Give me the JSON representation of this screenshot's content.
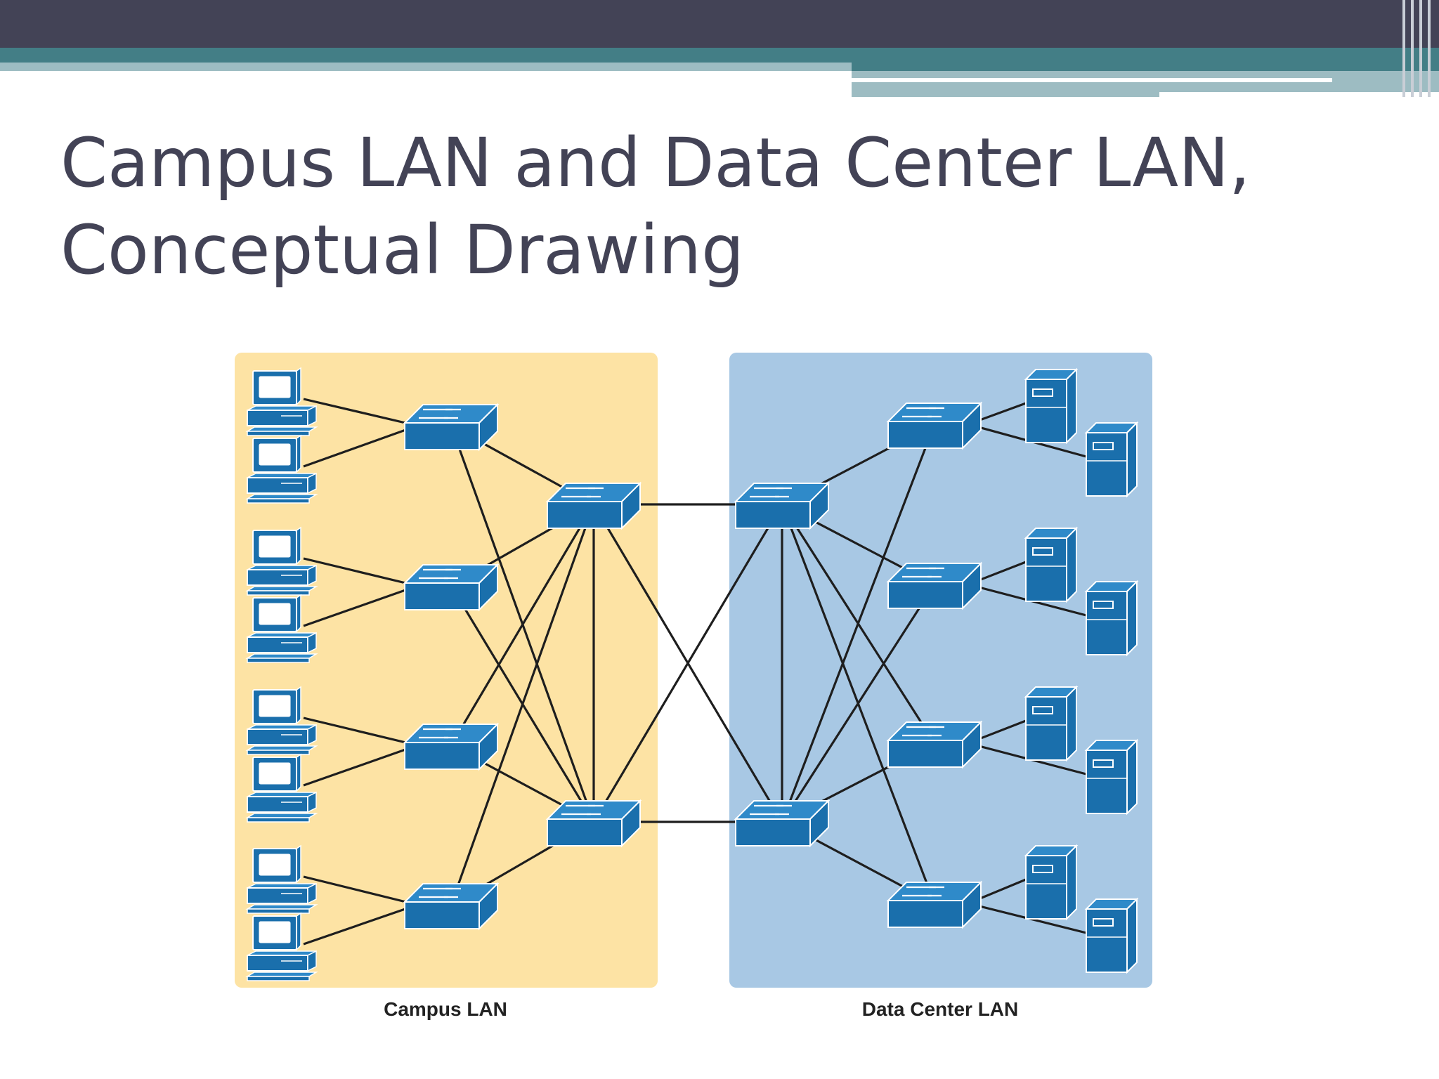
{
  "slide": {
    "title_line1": "Campus LAN and Data Center LAN,",
    "title_line2": "Conceptual Drawing"
  },
  "diagram": {
    "campus_label": "Campus LAN",
    "datacenter_label": "Data Center LAN",
    "colors": {
      "campus_zone": "#fde3a4",
      "datacenter_zone": "#a8c8e4",
      "device": "#1a6fac",
      "device_top": "#2f8ac9",
      "device_edge": "#ffffff",
      "link": "#1e1e1e"
    }
  }
}
